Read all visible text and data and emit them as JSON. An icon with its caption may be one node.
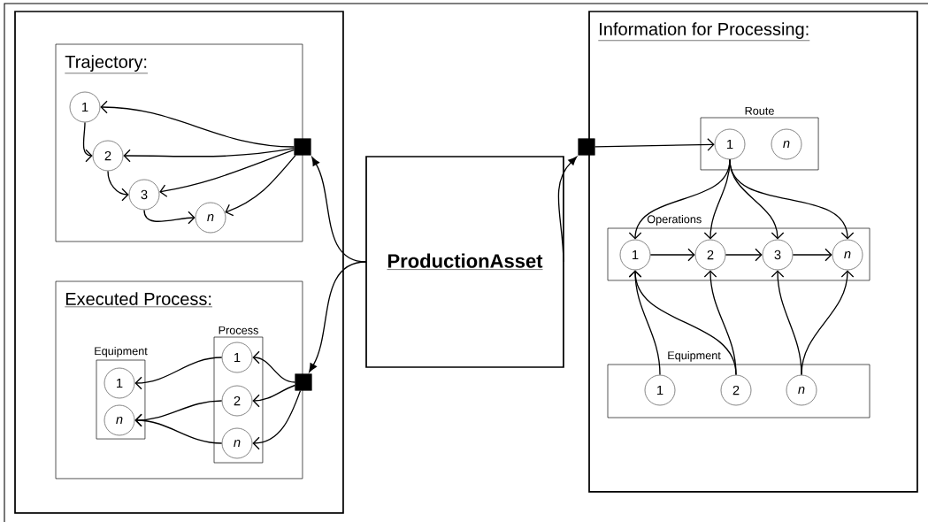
{
  "diagram": {
    "nodes": [
      {
        "text": [],
        "shape": "box"
      },
      {
        "text": [
          "Trajectory:"
        ],
        "in": 0
      },
      {
        "text": [
          "1"
        ],
        "in": 1
      },
      {
        "text": [
          "2"
        ],
        "in": 1
      },
      {
        "text": [
          "3"
        ],
        "in": 1
      },
      {
        "text": [
          "*n*"
        ],
        "in": 1
      },
      {
        "text": [],
        "shape": "box",
        "in": 0
      },
      {
        "text": [
          "Executed Process:"
        ],
        "in": 0
      },
      {
        "text": [
          "Equipment"
        ],
        "in": 7
      },
      {
        "text": [
          "1"
        ],
        "in": 8
      },
      {
        "text": [
          "*n*"
        ],
        "in": 8
      },
      {
        "text": [
          "Process"
        ],
        "in": 7
      },
      {
        "text": [
          "1"
        ],
        "in": 11
      },
      {
        "text": [
          "2"
        ],
        "in": 11
      },
      {
        "text": [
          "*n*"
        ],
        "in": 11
      },
      {
        "text": [],
        "shape": "box",
        "in": 0
      },
      {
        "text": [
          "ProductionAsset"
        ]
      },
      {
        "text": [
          "Information for Processing:"
        ]
      },
      {
        "text": [],
        "shape": "box"
      },
      {
        "text": [
          "Route"
        ],
        "in": 17
      },
      {
        "text": [
          "1"
        ],
        "in": 19
      },
      {
        "text": [
          "*n*"
        ],
        "in": 19
      },
      {
        "text": [
          "Operations"
        ],
        "in": 17
      },
      {
        "text": [
          "1"
        ],
        "in": 22
      },
      {
        "text": [
          "2"
        ],
        "in": 22
      },
      {
        "text": [
          "3"
        ],
        "in": 22
      },
      {
        "text": [
          "*n*"
        ],
        "in": 22
      },
      {
        "text": [
          "Equipment"
        ],
        "in": 17
      },
      {
        "text": [
          "1"
        ],
        "in": 27
      },
      {
        "text": [
          "2"
        ],
        "in": 27
      },
      {
        "text": [
          "*n*"
        ],
        "in": 27
      }
    ],
    "edges": [
      {
        "from": 2,
        "to": 3,
        "arrow": "to"
      },
      {
        "from": 3,
        "to": 4,
        "arrow": "to"
      },
      {
        "from": 4,
        "to": 5,
        "arrow": "to"
      },
      {
        "from": 6,
        "to": 2,
        "arrow": "to"
      },
      {
        "from": 6,
        "to": 3,
        "arrow": "to"
      },
      {
        "from": 6,
        "to": 4,
        "arrow": "to"
      },
      {
        "from": 6,
        "to": 5,
        "arrow": "to"
      },
      {
        "from": 16,
        "to": 6,
        "arrow": "to"
      },
      {
        "from": 16,
        "to": 15,
        "arrow": "to"
      },
      {
        "from": 15,
        "to": 12,
        "arrow": "to"
      },
      {
        "from": 15,
        "to": 13,
        "arrow": "to"
      },
      {
        "from": 15,
        "to": 14,
        "arrow": "to"
      },
      {
        "from": 12,
        "to": 9,
        "arrow": "to"
      },
      {
        "from": 13,
        "to": 10,
        "arrow": "to"
      },
      {
        "from": 14,
        "to": 10,
        "arrow": "to"
      },
      {
        "from": 16,
        "to": 18,
        "arrow": "to"
      },
      {
        "from": 18,
        "to": 20,
        "arrow": "to"
      },
      {
        "from": 20,
        "to": 23,
        "arrow": "to"
      },
      {
        "from": 20,
        "to": 24,
        "arrow": "to"
      },
      {
        "from": 20,
        "to": 25,
        "arrow": "to"
      },
      {
        "from": 20,
        "to": 26,
        "arrow": "to"
      },
      {
        "from": 23,
        "to": 24,
        "arrow": "to"
      },
      {
        "from": 24,
        "to": 25,
        "arrow": "to"
      },
      {
        "from": 25,
        "to": 26,
        "arrow": "to"
      },
      {
        "from": 28,
        "to": 23,
        "arrow": "to"
      },
      {
        "from": 29,
        "to": 23,
        "arrow": "to"
      },
      {
        "from": 29,
        "to": 24,
        "arrow": "to"
      },
      {
        "from": 30,
        "to": 25,
        "arrow": "to"
      },
      {
        "from": 30,
        "to": 26,
        "arrow": "to"
      }
    ]
  }
}
